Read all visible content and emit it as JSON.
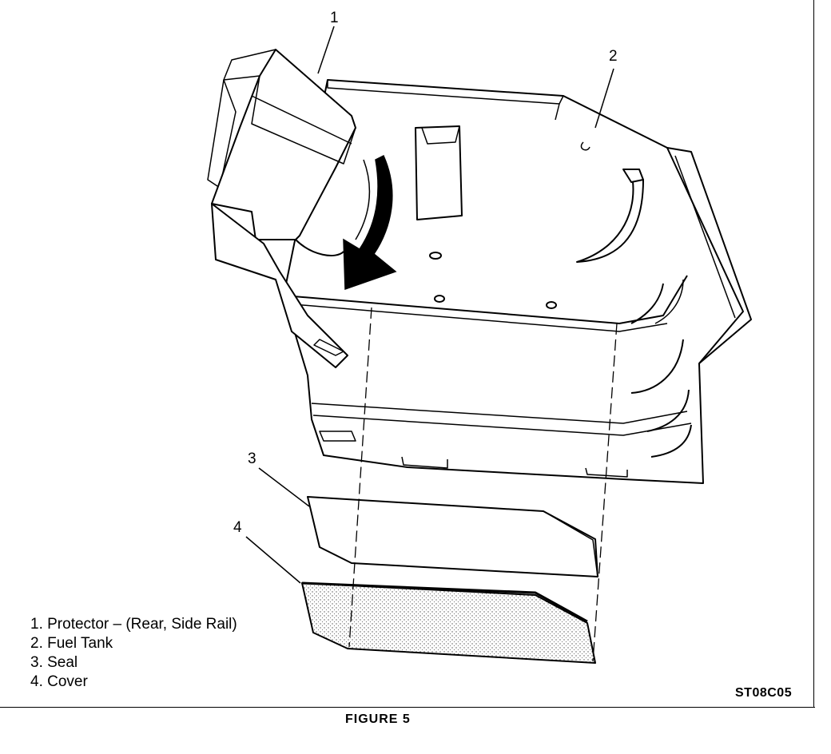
{
  "callouts": [
    "1",
    "2",
    "3",
    "4"
  ],
  "legend": [
    "1. Protector – (Rear, Side Rail)",
    "2. Fuel Tank",
    "3. Seal",
    "4. Cover"
  ],
  "drawing_id": "ST08C05",
  "figure_caption": "FIGURE 5"
}
